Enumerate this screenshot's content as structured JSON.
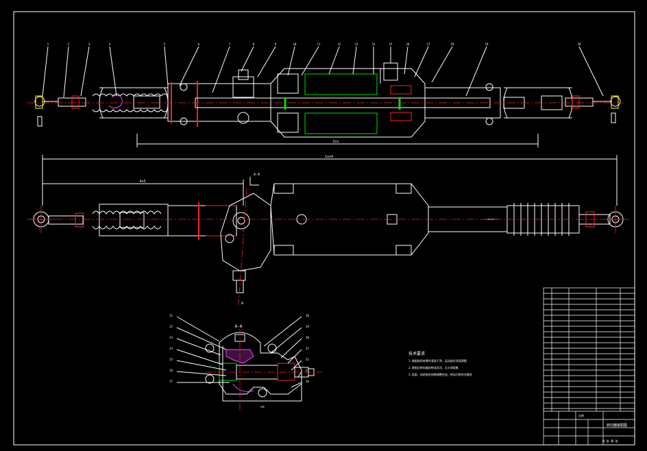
{
  "drawing": {
    "background": "#000000",
    "line_color": "#ffffff",
    "accent_red": "#ff2020",
    "accent_green": "#00e000",
    "accent_yellow": "#ffff00",
    "accent_magenta": "#ff40ff",
    "accent_cyan": "#40c0ff"
  },
  "top_view": {
    "balloons": [
      "1",
      "2",
      "3",
      "4",
      "5",
      "6",
      "7",
      "8",
      "9",
      "10",
      "11",
      "12",
      "13",
      "14",
      "15",
      "16",
      "17",
      "18",
      "19",
      "20"
    ],
    "dim_overall": "2xx"
  },
  "middle_view": {
    "dim_total": "1xx4",
    "dim_partial": "4x5",
    "section_mark_top": "A-A",
    "section_mark_bottom": "A"
  },
  "section_view": {
    "title": "A-A",
    "balloons_left": [
      "21",
      "22",
      "23",
      "24",
      "25",
      "26",
      "27"
    ],
    "balloons_right": [
      "28",
      "29",
      "30",
      "31",
      "32",
      "33",
      "34"
    ],
    "dim_bottom": "xx"
  },
  "notes": {
    "heading": "技术要求",
    "lines": [
      "1.装配前所有零件清洗干净，运动部位涂润滑脂",
      "2.装配后转向器应转动灵活，无卡滞现象",
      "3.齿条、齿轮啮合间隙调整合适，转动力矩符合要求"
    ]
  },
  "title_block": {
    "drawing_name": "转向器装配图",
    "scale_label": "比例",
    "sheet_label": "共 张 第 张"
  }
}
